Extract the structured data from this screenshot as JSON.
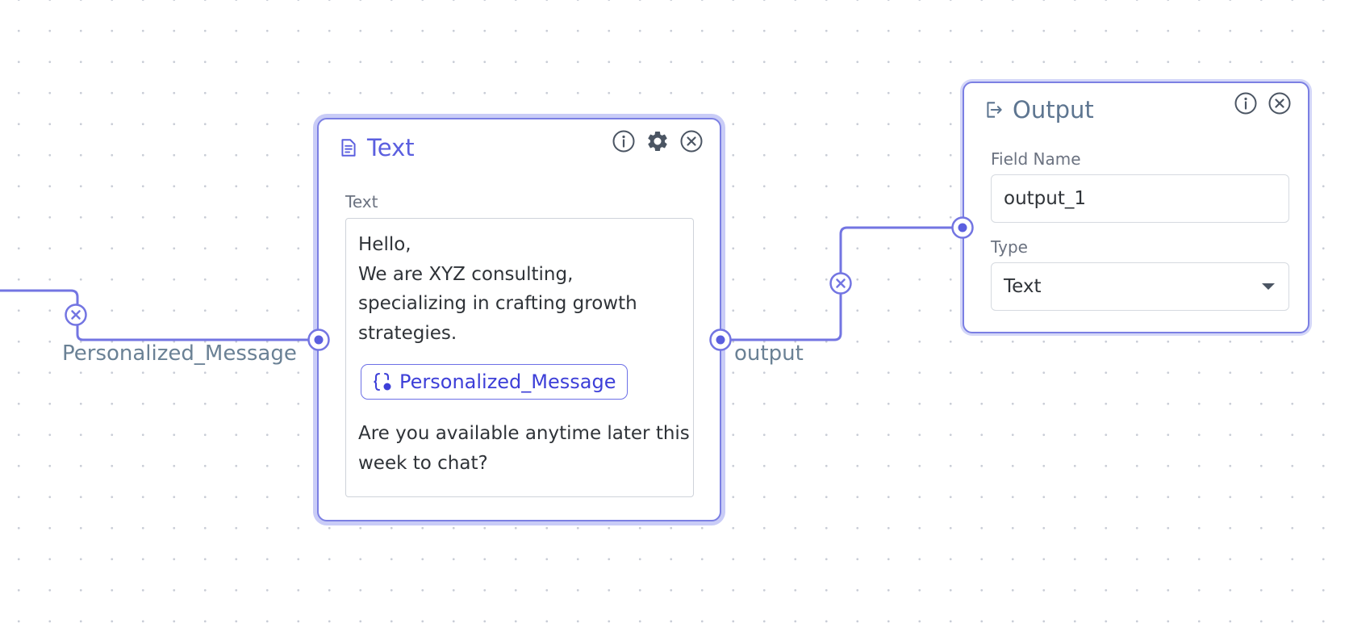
{
  "edges": {
    "left_label": "Personalized_Message",
    "right_label": "output",
    "color": "#7375e2"
  },
  "text_node": {
    "title": "Text",
    "icon": "document-icon",
    "field_label": "Text",
    "lines_before": [
      "Hello,",
      "We are XYZ consulting,",
      "specializing in crafting growth",
      "strategies."
    ],
    "variable_chip": "Personalized_Message",
    "lines_after": [
      "Are you available anytime later this",
      "week to chat?"
    ],
    "accent": "#5b5fdf"
  },
  "output_node": {
    "title": "Output",
    "icon": "export-icon",
    "field_name_label": "Field Name",
    "field_name_value": "output_1",
    "type_label": "Type",
    "type_value": "Text"
  }
}
